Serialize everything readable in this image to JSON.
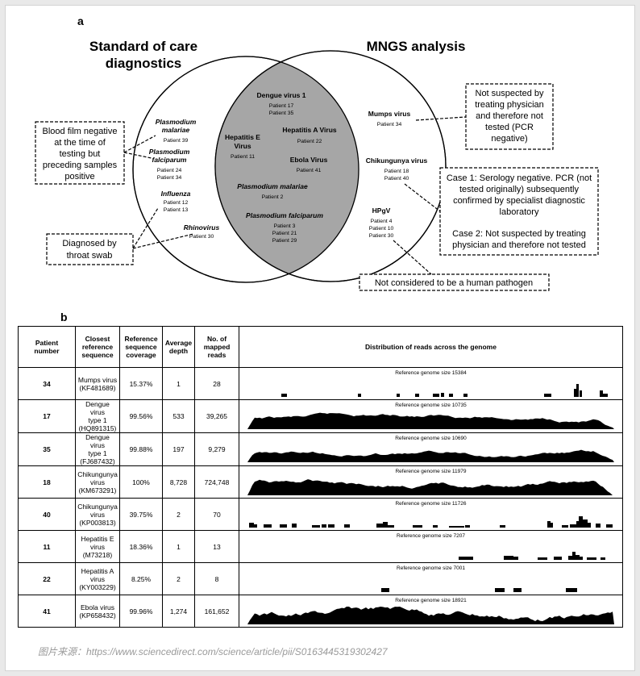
{
  "panel_a_label": "a",
  "panel_b_label": "b",
  "venn": {
    "left_title_line1": "Standard of care",
    "left_title_line2": "diagnostics",
    "right_title": "MNGS analysis",
    "left_only": [
      {
        "name": "Plasmodium",
        "name2": "malariae",
        "patients": [
          "Patient 39"
        ]
      },
      {
        "name": "Plasmodium",
        "name2": "falciparum",
        "patients": [
          "Patient 24",
          "Patient 34"
        ]
      },
      {
        "name": "Influenza",
        "patients": [
          "Patient 12",
          "Patient 13"
        ]
      },
      {
        "name": "Rhinovirus",
        "patients": [
          "Patient 30"
        ]
      }
    ],
    "overlap": [
      {
        "name": "Dengue virus 1",
        "patients": [
          "Patient 17",
          "Patient 35"
        ]
      },
      {
        "name": "Hepatitis E",
        "name2": "Virus",
        "patients": [
          "Patient 11"
        ]
      },
      {
        "name": "Hepatitis A Virus",
        "patients": [
          "Patient 22"
        ]
      },
      {
        "name": "Ebola Virus",
        "patients": [
          "Patient 41"
        ]
      },
      {
        "name": "Plasmodium malariae",
        "patients": [
          "Patient 2"
        ]
      },
      {
        "name": "Plasmodium falciparum",
        "patients": [
          "Patient 3",
          "Patient 21",
          "Patient 29"
        ]
      }
    ],
    "right_only": [
      {
        "name": "Mumps virus",
        "patients": [
          "Patient 34"
        ]
      },
      {
        "name": "Chikungunya virus",
        "patients": [
          "Patient 18",
          "Patient 40"
        ]
      },
      {
        "name": "HPgV",
        "patients": [
          "Patient 4",
          "Patient 10",
          "Patient 30"
        ]
      }
    ],
    "notes": {
      "blood_film": [
        "Blood film negative",
        "at the time of",
        "testing but",
        "preceding samples",
        "positive"
      ],
      "throat_swab": [
        "Diagnosed by",
        "throat swab"
      ],
      "mumps": [
        "Not suspected by",
        "treating physician",
        "and therefore not",
        "tested (PCR",
        "negative)"
      ],
      "chik": [
        "Case 1: Serology negative. PCR (not",
        "tested originally) subsequently",
        "confirmed by specialist diagnostic",
        "laboratory",
        "",
        "Case 2: Not suspected by treating",
        "physician and therefore not tested"
      ],
      "hpgv": [
        "Not considered to be a human pathogen"
      ]
    }
  },
  "table": {
    "headers": {
      "patient": [
        "Patient",
        "number"
      ],
      "closest": [
        "Closest",
        "reference",
        "sequence"
      ],
      "coverage": [
        "Reference",
        "sequence",
        "coverage"
      ],
      "depth": [
        "Average",
        "depth"
      ],
      "reads": [
        "No. of",
        "mapped",
        "reads"
      ],
      "distribution": "Distribution of reads across the genome"
    },
    "rows": [
      {
        "patient": "34",
        "ref_line1": "Mumps virus",
        "ref_line2": "(KF481689)",
        "ref_line3": "",
        "coverage": "15.37%",
        "depth": "1",
        "reads": "28",
        "genome_size": "Reference genome size 15384",
        "pattern": "sparse_mumps"
      },
      {
        "patient": "17",
        "ref_line1": "Dengue virus",
        "ref_line2": "type 1",
        "ref_line3": "(HQ891315)",
        "coverage": "99.56%",
        "depth": "533",
        "reads": "39,265",
        "genome_size": "Reference genome size 10735",
        "pattern": "dense"
      },
      {
        "patient": "35",
        "ref_line1": "Dengue virus",
        "ref_line2": "type 1",
        "ref_line3": "(FJ687432)",
        "coverage": "99.88%",
        "depth": "197",
        "reads": "9,279",
        "genome_size": "Reference genome size 10690",
        "pattern": "dense"
      },
      {
        "patient": "18",
        "ref_line1": "Chikungunya",
        "ref_line2": "virus",
        "ref_line3": "(KM673291)",
        "coverage": "100%",
        "depth": "8,728",
        "reads": "724,748",
        "genome_size": "Reference genome size 11979",
        "pattern": "dense_tall"
      },
      {
        "patient": "40",
        "ref_line1": "Chikungunya",
        "ref_line2": "virus",
        "ref_line3": "(KP003813)",
        "coverage": "39.75%",
        "depth": "2",
        "reads": "70",
        "genome_size": "Reference genome size 11726",
        "pattern": "sparse_chik"
      },
      {
        "patient": "11",
        "ref_line1": "Hepatitis E",
        "ref_line2": "virus",
        "ref_line3": "(M73218)",
        "coverage": "18.36%",
        "depth": "1",
        "reads": "13",
        "genome_size": "Reference genome size 7207",
        "pattern": "sparse_hepe"
      },
      {
        "patient": "22",
        "ref_line1": "Hepatitis A",
        "ref_line2": "virus",
        "ref_line3": "(KY003229)",
        "coverage": "8.25%",
        "depth": "2",
        "reads": "8",
        "genome_size": "Reference genome size 7001",
        "pattern": "sparse_hepa"
      },
      {
        "patient": "41",
        "ref_line1": "Ebola virus",
        "ref_line2": "(KP658432)",
        "ref_line3": "",
        "coverage": "99.96%",
        "depth": "1,274",
        "reads": "161,652",
        "genome_size": "Reference genome size 18921",
        "pattern": "dense_ebola"
      }
    ]
  },
  "caption": "图片来源：https://www.sciencedirect.com/science/article/pii/S0163445319302427",
  "colors": {
    "overlap_fill": "#a6a6a6",
    "ink": "#000000",
    "caption": "#9a9a9a"
  }
}
